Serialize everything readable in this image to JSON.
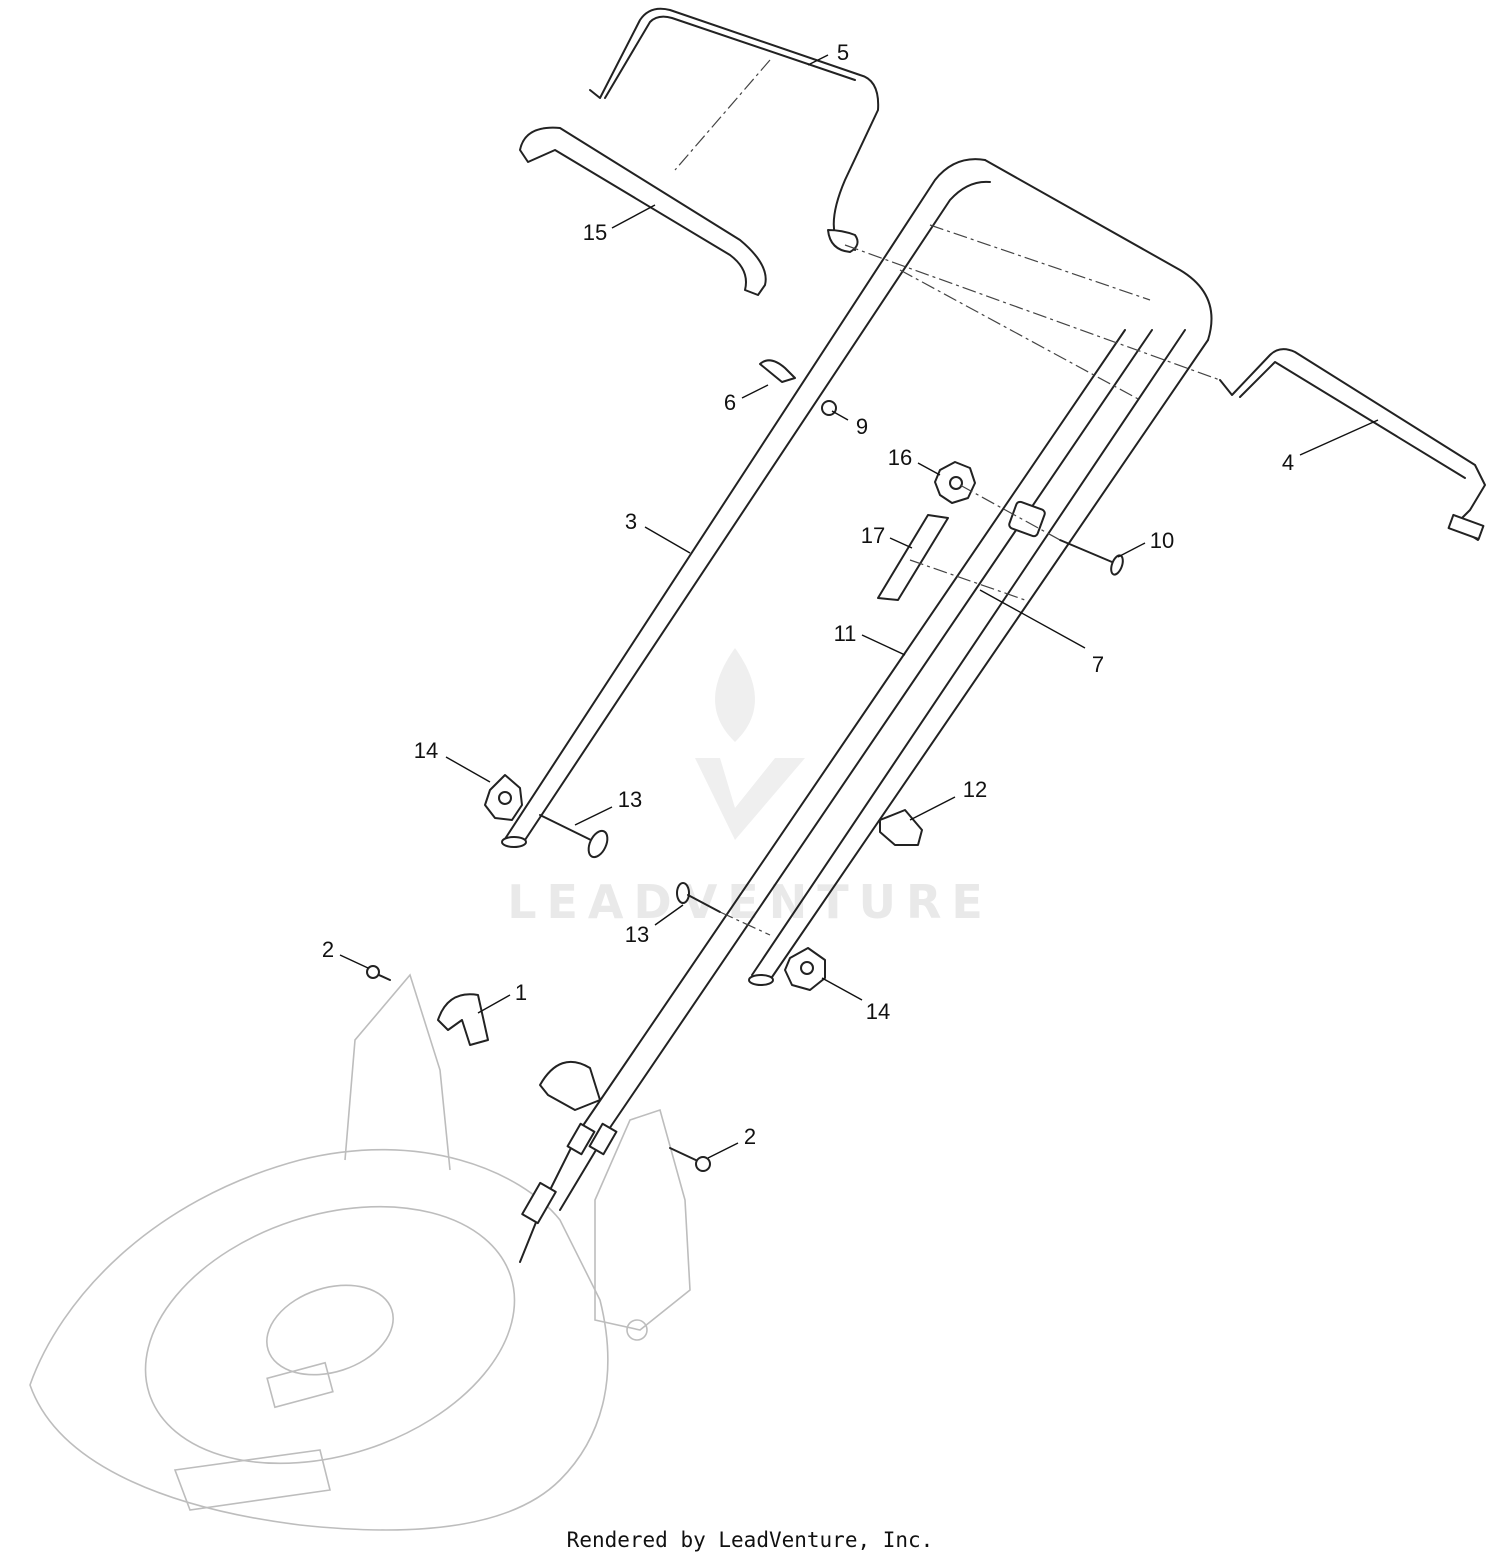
{
  "footer": {
    "text": "Rendered by LeadVenture, Inc."
  },
  "watermark": {
    "text": "LEADVENTURE",
    "color": "#e9e9e9"
  },
  "callouts": [
    {
      "id": "c5",
      "label": "5"
    },
    {
      "id": "c15",
      "label": "15"
    },
    {
      "id": "c6",
      "label": "6"
    },
    {
      "id": "c9",
      "label": "9"
    },
    {
      "id": "c4",
      "label": "4"
    },
    {
      "id": "c16",
      "label": "16"
    },
    {
      "id": "c3",
      "label": "3"
    },
    {
      "id": "c17",
      "label": "17"
    },
    {
      "id": "c10",
      "label": "10"
    },
    {
      "id": "c11",
      "label": "11"
    },
    {
      "id": "c7",
      "label": "7"
    },
    {
      "id": "c14a",
      "label": "14"
    },
    {
      "id": "c13a",
      "label": "13"
    },
    {
      "id": "c12",
      "label": "12"
    },
    {
      "id": "c13b",
      "label": "13"
    },
    {
      "id": "c2a",
      "label": "2"
    },
    {
      "id": "c1",
      "label": "1"
    },
    {
      "id": "c14b",
      "label": "14"
    },
    {
      "id": "c2b",
      "label": "2"
    }
  ]
}
